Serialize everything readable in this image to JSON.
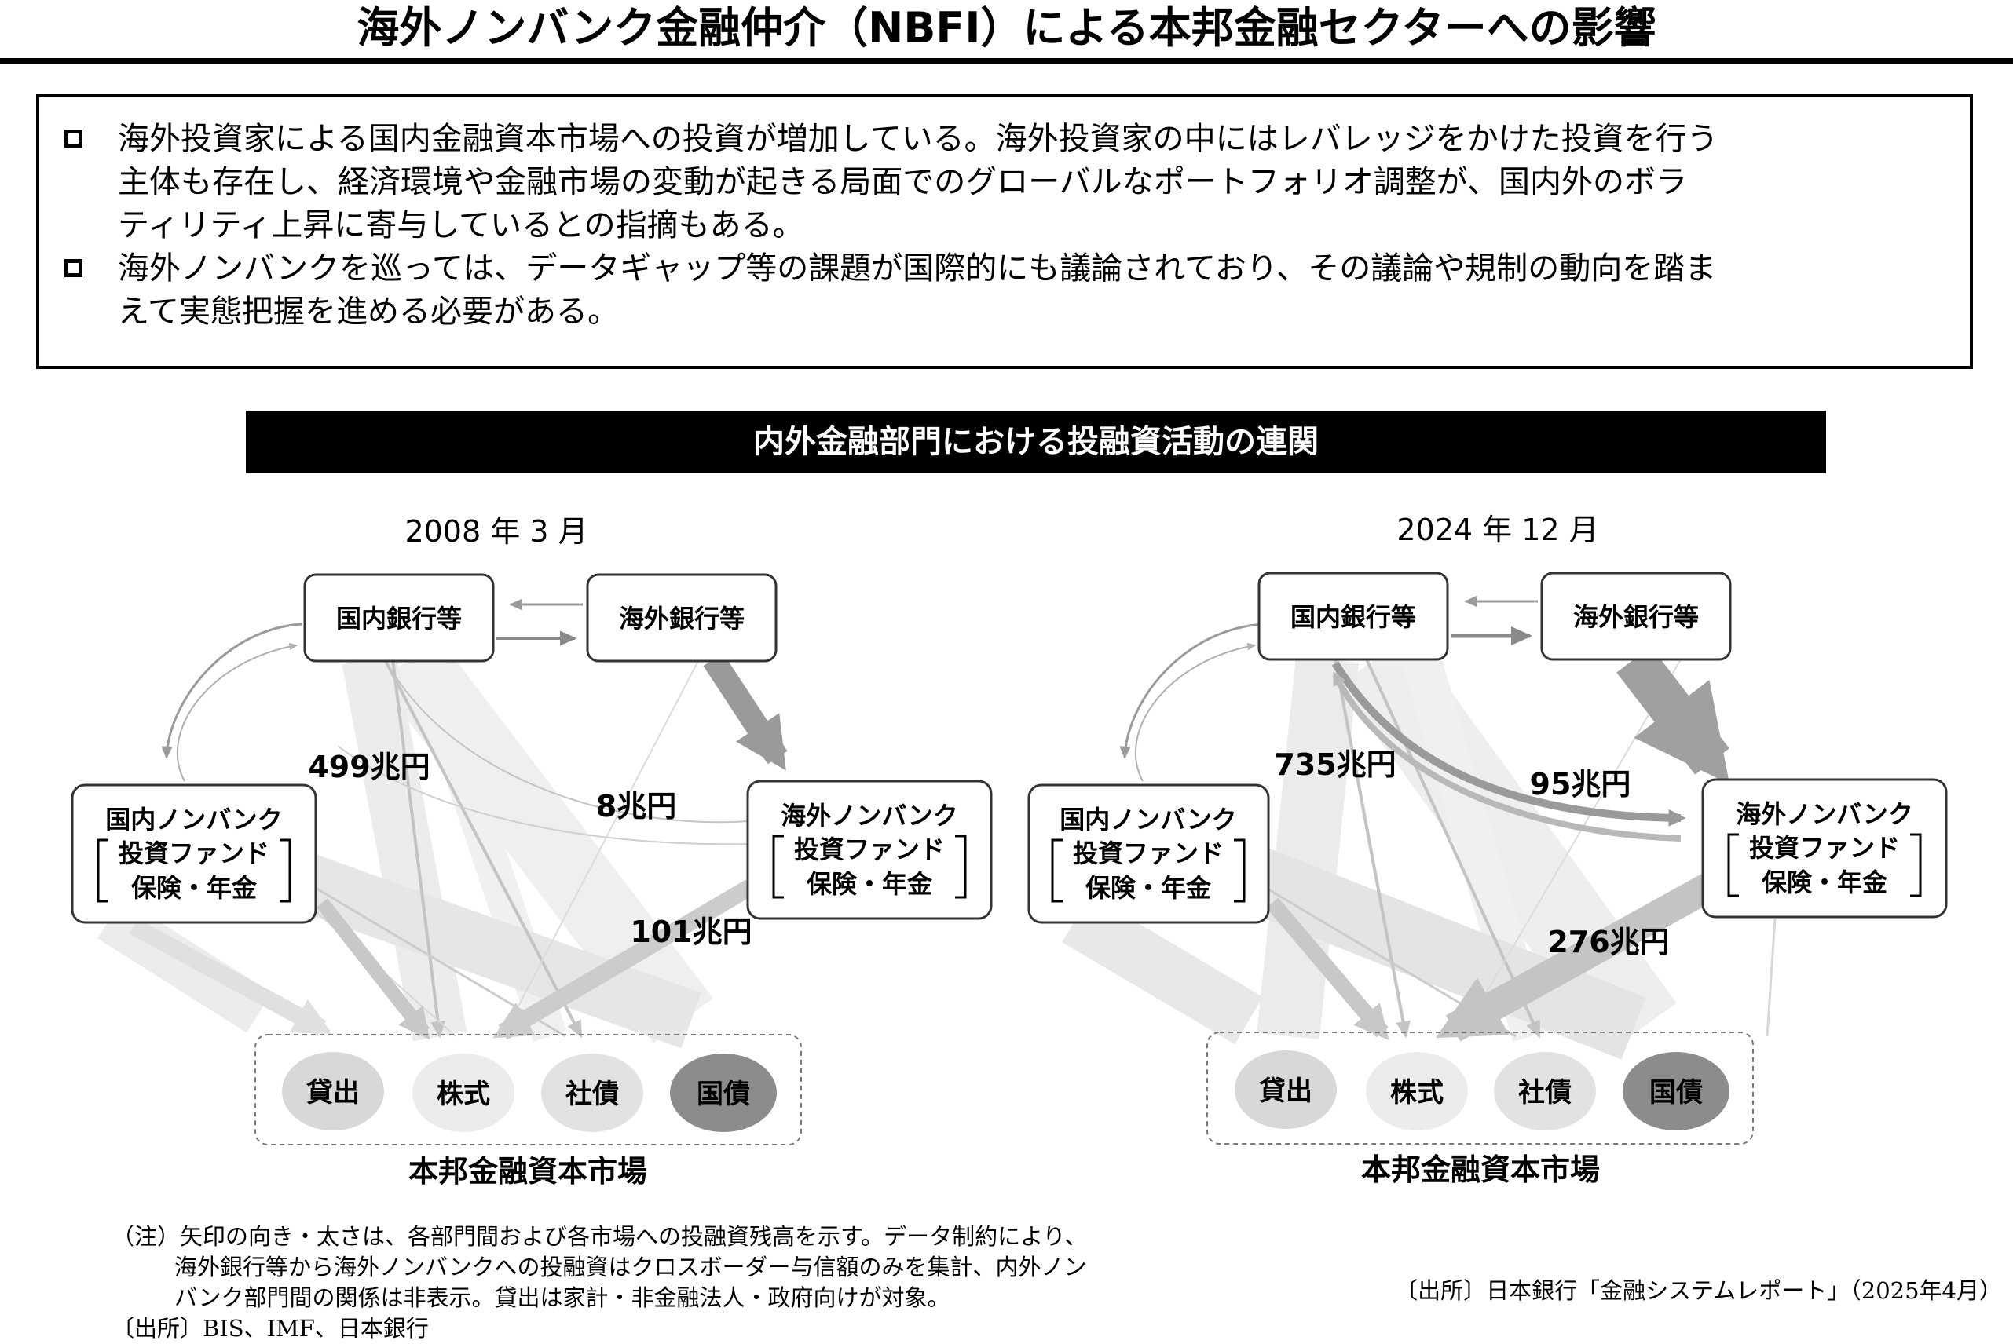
{
  "title": "海外ノンバンク金融仲介（NBFI）による本邦金融セクターへの影響",
  "summary": {
    "bullets": [
      [
        "海外投資家による国内金融資本市場への投資が増加している。海外投資家の中にはレバレッジをかけた投資を行う",
        "主体も存在し、経済環境や金融市場の変動が起きる局面でのグローバルなポートフォリオ調整が、国内外のボラ",
        "ティリティ上昇に寄与しているとの指摘もある。"
      ],
      [
        "海外ノンバンクを巡っては、データギャップ等の課題が国際的にも議論されており、その議論や規制の動向を踏ま",
        "えて実態把握を進める必要がある。"
      ]
    ]
  },
  "banner": "内外金融部門における投融資活動の連関",
  "nodes": {
    "domestic_bank": "国内銀行等",
    "foreign_bank": "海外銀行等",
    "nonbank_line1": "国内ノンバンク",
    "foreign_nonbank_line1": "海外ノンバンク",
    "nonbank_line2": "投資ファンド",
    "nonbank_line3": "保険・年金"
  },
  "markets": {
    "items": [
      "貸出",
      "株式",
      "社債",
      "国債"
    ],
    "fills": [
      "#d8d8d8",
      "#ececec",
      "#e2e2e2",
      "#8c8c8c"
    ],
    "label": "本邦金融資本市場"
  },
  "panels": [
    {
      "date": "2008 年 3 月",
      "values": {
        "domestic_to_market": "499兆円",
        "domestic_to_foreign_nonbank": "8兆円",
        "foreign_nonbank_to_market": "101兆円"
      }
    },
    {
      "date": "2024 年 12 月",
      "values": {
        "domestic_to_market": "735兆円",
        "domestic_to_foreign_nonbank": "95兆円",
        "foreign_nonbank_to_market": "276兆円"
      }
    }
  ],
  "notes": {
    "lines": [
      "（注）矢印の向き・太さは、各部門間および各市場への投融資残高を示す。データ制約により、",
      "海外銀行等から海外ノンバンクへの投融資はクロスボーダー与信額のみを集計、内外ノン",
      "バンク部門間の関係は非表示。貸出は家計・非金融法人・政府向けが対象。"
    ],
    "source_left": "〔出所〕BIS、IMF、日本銀行",
    "source_right": "〔出所〕日本銀行「金融システムレポート」（2025年4月）"
  },
  "colors": {
    "arrow_light": "#e9e9e9",
    "arrow_mid": "#c8c8c8",
    "arrow_dark": "#9a9a9a",
    "node_border": "#333333"
  }
}
